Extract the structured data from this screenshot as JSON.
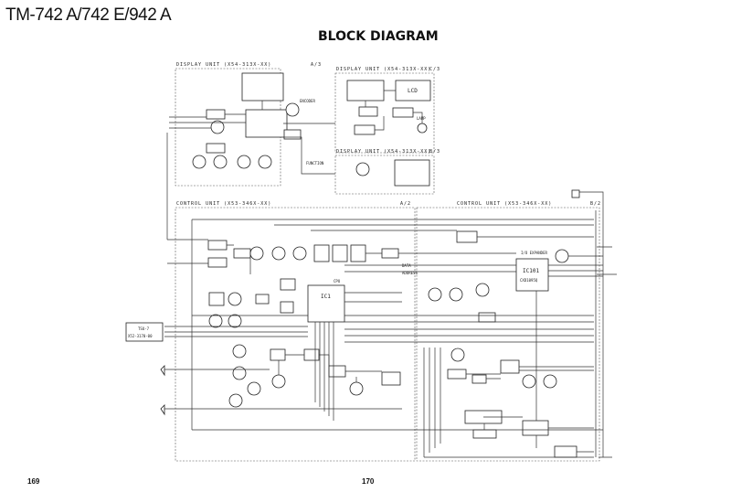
{
  "header": {
    "model": "TM-742 A/742 E/942 A",
    "title": "BLOCK DIAGRAM"
  },
  "units": {
    "display_main": {
      "label": "DISPLAY UNIT (X54-313X-XX)",
      "ref": "A/3"
    },
    "display_lcd": {
      "label": "DISPLAY UNIT (X54-313X-XX)",
      "ref": "C/3"
    },
    "display_sub": {
      "label": "DISPLAY UNIT (X54-313X-XX)",
      "ref": "B/3"
    },
    "control_left": {
      "label": "CONTROL UNIT (X53-346X-XX)",
      "ref": "A/2"
    },
    "control_right": {
      "label": "CONTROL UNIT (X53-346X-XX)",
      "ref": "B/2"
    }
  },
  "blocks": {
    "lcd": "LCD",
    "lamp": "LAMP",
    "ic1": "IC1",
    "cpu": "CPU",
    "ic101": "IC101",
    "ic101_part": "CXD1095Q",
    "io_expander": "I/O EXPANDER",
    "data": "DATA",
    "address": "ADDRESS",
    "tsu": "TSU-7",
    "tsu_part": "X52-3170-00",
    "encoder": "ENCODER",
    "function": "FUNCTION"
  },
  "pages": {
    "left": "169",
    "right": "170"
  }
}
